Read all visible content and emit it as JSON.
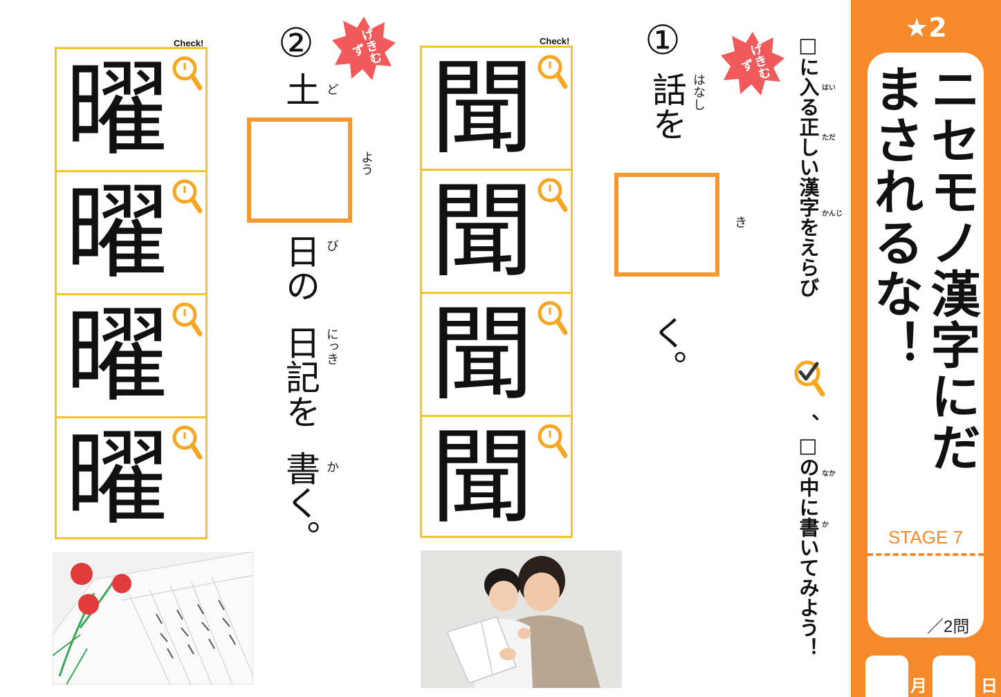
{
  "header": {
    "stars": "★2",
    "title": "ニセモノ漢字にだまされるな！",
    "stage": "STAGE 7",
    "score": "／2問",
    "month_label": "月",
    "day_label": "日"
  },
  "instructions": {
    "line1": "□に入る正しい漢字をえらび",
    "line2": "、□の中に書いてみよう！",
    "ruby": [
      "はい",
      "ただ",
      "かんじ",
      "なか",
      "か"
    ]
  },
  "badge": {
    "text": "げきむず",
    "color": "#f05a5a"
  },
  "check_label": "Check!",
  "q1": {
    "number": "①",
    "text_before": "話を",
    "text_after": "く。",
    "furigana": {
      "hanashi": "はなし",
      "answer": "き"
    },
    "options": [
      "聞",
      "聞",
      "聞",
      "聞"
    ]
  },
  "q2": {
    "number": "②",
    "text_before": "土",
    "text_after_1": "日の",
    "text_after_2": "日記を",
    "text_after_3": "書く。",
    "furigana": {
      "do": "ど",
      "answer": "よう",
      "bi": "び",
      "nikki": "にっき",
      "ka": "か"
    },
    "options": [
      "曜",
      "曜",
      "曜",
      "曜"
    ]
  },
  "colors": {
    "accent": "#f68a2b",
    "card_border": "#f7c224",
    "box_border": "#f7982f"
  }
}
